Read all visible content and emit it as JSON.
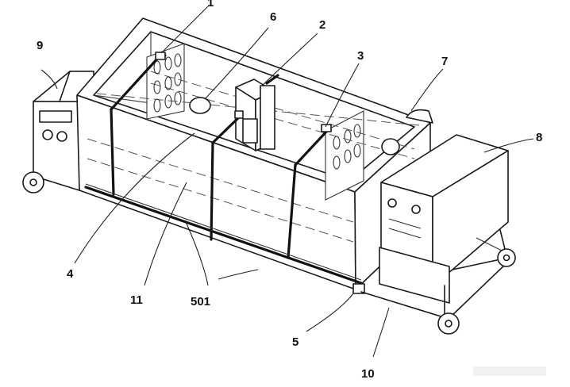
{
  "callouts": {
    "c1": "1",
    "c2": "2",
    "c3": "3",
    "c4": "4",
    "c5": "5",
    "c501": "501",
    "c6": "6",
    "c7": "7",
    "c8": "8",
    "c9": "9",
    "c10": "10",
    "c11": "11"
  }
}
